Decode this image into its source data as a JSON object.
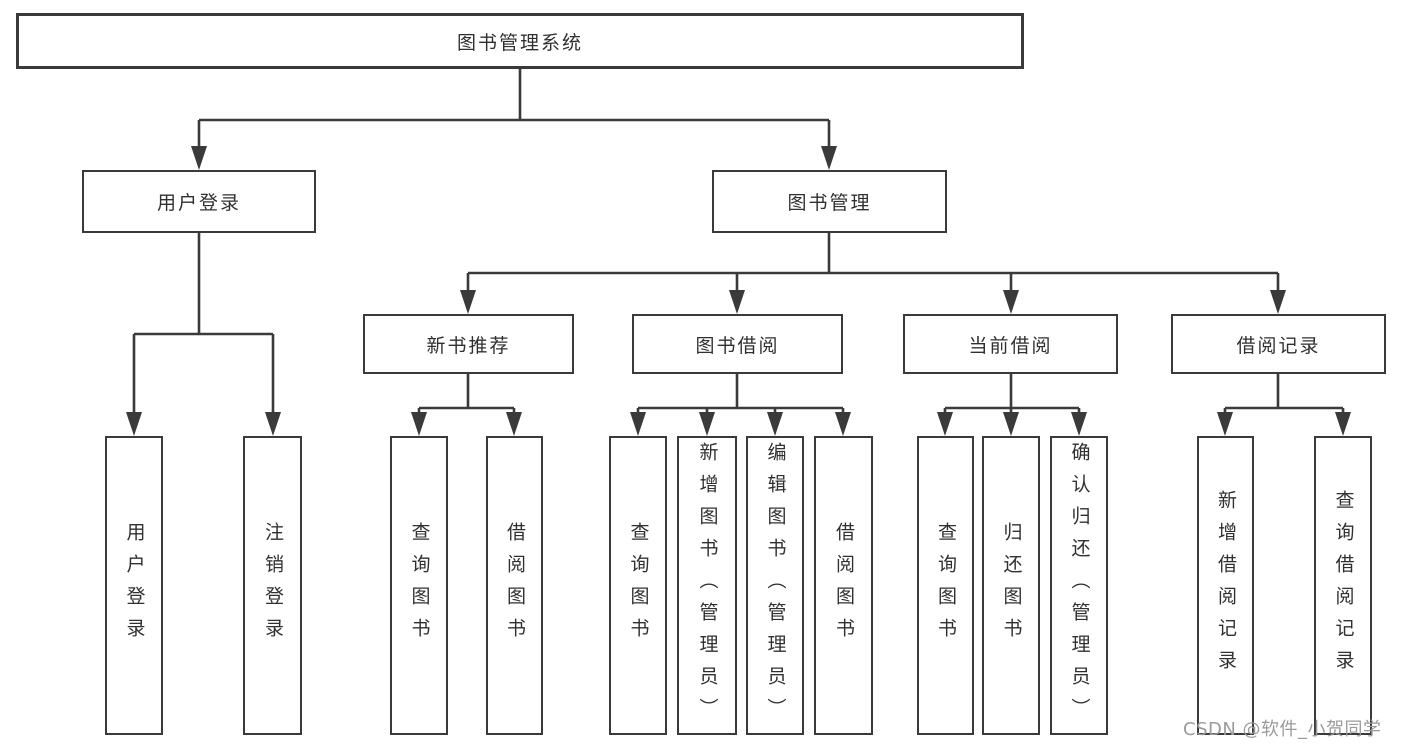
{
  "colors": {
    "line": "#3a3a3a",
    "border": "#3a3a3a",
    "text": "#303030",
    "watermark": "#9b9b9b",
    "background": "#ffffff"
  },
  "watermark": {
    "text": "CSDN @软件_小贺同学"
  },
  "tree": {
    "root": {
      "label": "图书管理系统",
      "children": [
        {
          "label": "用户登录",
          "children": [
            {
              "label": "用户登录"
            },
            {
              "label": "注销登录"
            }
          ]
        },
        {
          "label": "图书管理",
          "children": [
            {
              "label": "新书推荐",
              "children": [
                {
                  "label": "查询图书"
                },
                {
                  "label": "借阅图书"
                }
              ]
            },
            {
              "label": "图书借阅",
              "children": [
                {
                  "label": "查询图书"
                },
                {
                  "label": "新增图书（管理员）"
                },
                {
                  "label": "编辑图书（管理员）"
                },
                {
                  "label": "借阅图书"
                }
              ]
            },
            {
              "label": "当前借阅",
              "children": [
                {
                  "label": "查询图书"
                },
                {
                  "label": "归还图书"
                },
                {
                  "label": "确认归还（管理员）"
                }
              ]
            },
            {
              "label": "借阅记录",
              "children": [
                {
                  "label": "新增借阅记录"
                },
                {
                  "label": "查询借阅记录"
                }
              ]
            }
          ]
        }
      ]
    }
  }
}
